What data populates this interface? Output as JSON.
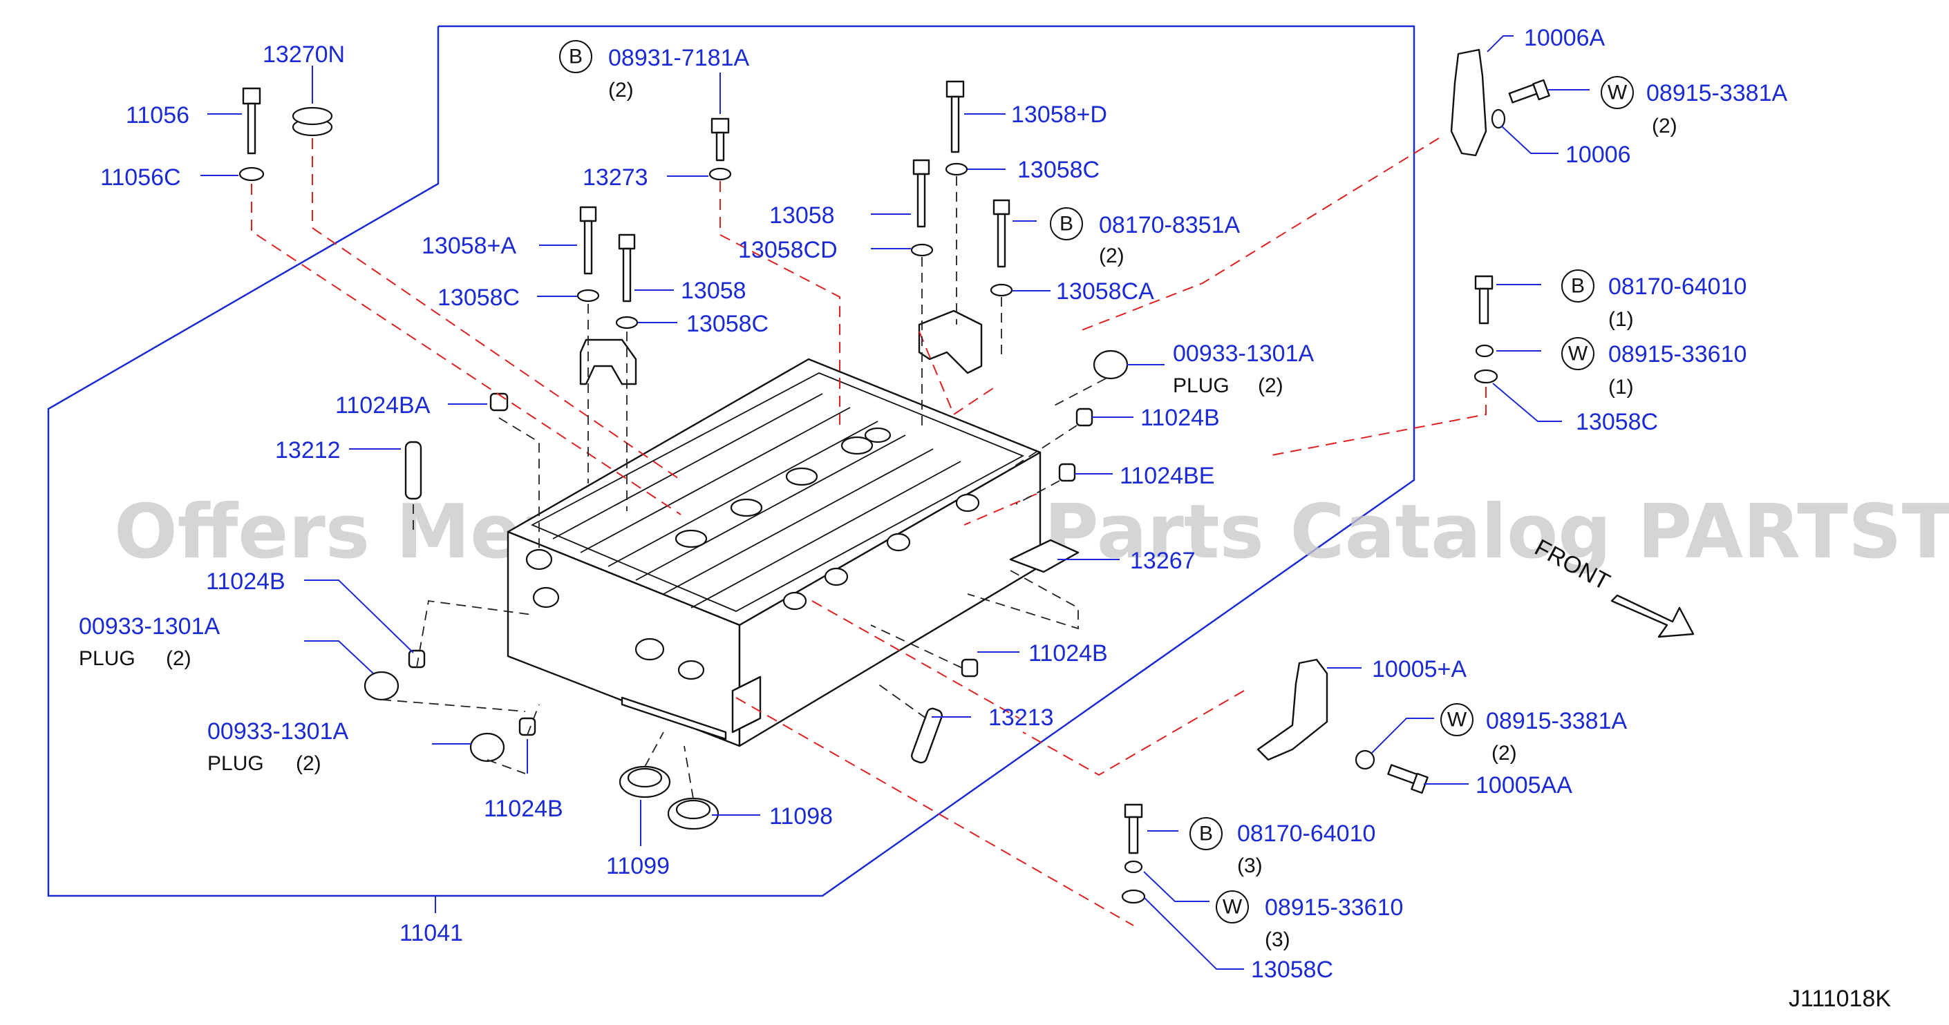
{
  "colors": {
    "part_number": "#1a2bd6",
    "frame": "#1a2bd6",
    "dashed_leader": "#e02020",
    "watermark": "#c8c8c8"
  },
  "watermark": "Offers Merchant Auto Parts Catalog PARTSTORE.SA",
  "front_label": "FRONT",
  "diagram_code": "J111018K",
  "parts": {
    "p13270N": "13270N",
    "p11056": "11056",
    "p11056C": "11056C",
    "p08931_7181A": "08931-7181A",
    "q08931_7181A": "(2)",
    "p13273": "13273",
    "p13058_D": "13058+D",
    "p13058C_top": "13058C",
    "p13058_mid": "13058",
    "p08170_8351A": "08170-8351A",
    "q08170_8351A": "(2)",
    "p13058CD": "13058CD",
    "p13058_A": "13058+A",
    "p13058_left": "13058",
    "p13058C_left": "13058C",
    "p13058C_right": "13058C",
    "p13058CA": "13058CA",
    "p00933_1301A_top": "00933-1301A",
    "plug_top": "PLUG",
    "q_plug_top": "(2)",
    "p11024BA": "11024BA",
    "p11024B_right": "11024B",
    "p13212": "13212",
    "p11024BE": "11024BE",
    "p13267": "13267",
    "p11024B_left": "11024B",
    "p00933_1301A_left": "00933-1301A",
    "plug_left": "PLUG",
    "q_plug_left": "(2)",
    "p11024B_center": "11024B",
    "p13213": "13213",
    "p00933_1301A_bottom": "00933-1301A",
    "plug_bottom": "PLUG",
    "q_plug_bottom": "(2)",
    "p11024B_bottom": "11024B",
    "p11098": "11098",
    "p11099": "11099",
    "p11041": "11041",
    "p10006A": "10006A",
    "p08915_3381A_top": "08915-3381A",
    "q08915_3381A_top": "(2)",
    "p10006": "10006",
    "p08170_64010_top": "08170-64010",
    "q08170_64010_top": "(1)",
    "p08915_33610_top": "08915-33610",
    "q08915_33610_top": "(1)",
    "p13058C_rightside": "13058C",
    "p10005_A": "10005+A",
    "p08915_3381A_bottom": "08915-3381A",
    "q08915_3381A_bottom": "(2)",
    "p10005AA": "10005AA",
    "p08170_64010_bottom": "08170-64010",
    "q08170_64010_bottom": "(3)",
    "p08915_33610_bottom": "08915-33610",
    "q08915_33610_bottom": "(3)",
    "p13058C_bottom": "13058C"
  },
  "circle_letters": {
    "bolt": "B",
    "washer": "W"
  }
}
